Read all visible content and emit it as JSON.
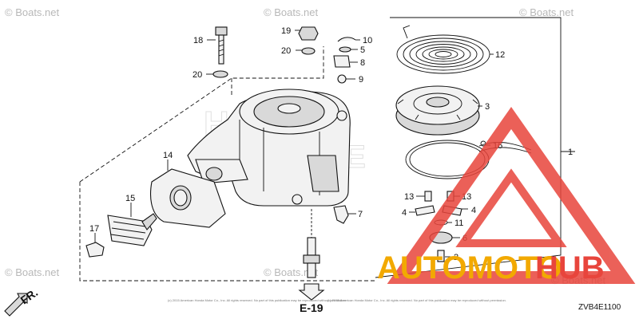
{
  "watermark": "© Boats.net",
  "diagram_code": "ZVB4E1100",
  "reference_label": "E-19",
  "front_label": "FR.",
  "logo": {
    "text_part1": "AUTOMOTO",
    "text_part2": "HUB",
    "accent_color": "#e8453c",
    "gold_color": "#f2a900"
  },
  "copyright_text": "(c) 2015 American Honda Motor Co., Inc. All rights reserved. No part of this publication may be reproduced without permission.",
  "callouts": [
    "1",
    "2",
    "3",
    "4",
    "4",
    "5",
    "6",
    "7",
    "8",
    "9",
    "10",
    "11",
    "12",
    "13",
    "13",
    "14",
    "15",
    "16",
    "17",
    "18",
    "19",
    "20",
    "20"
  ]
}
